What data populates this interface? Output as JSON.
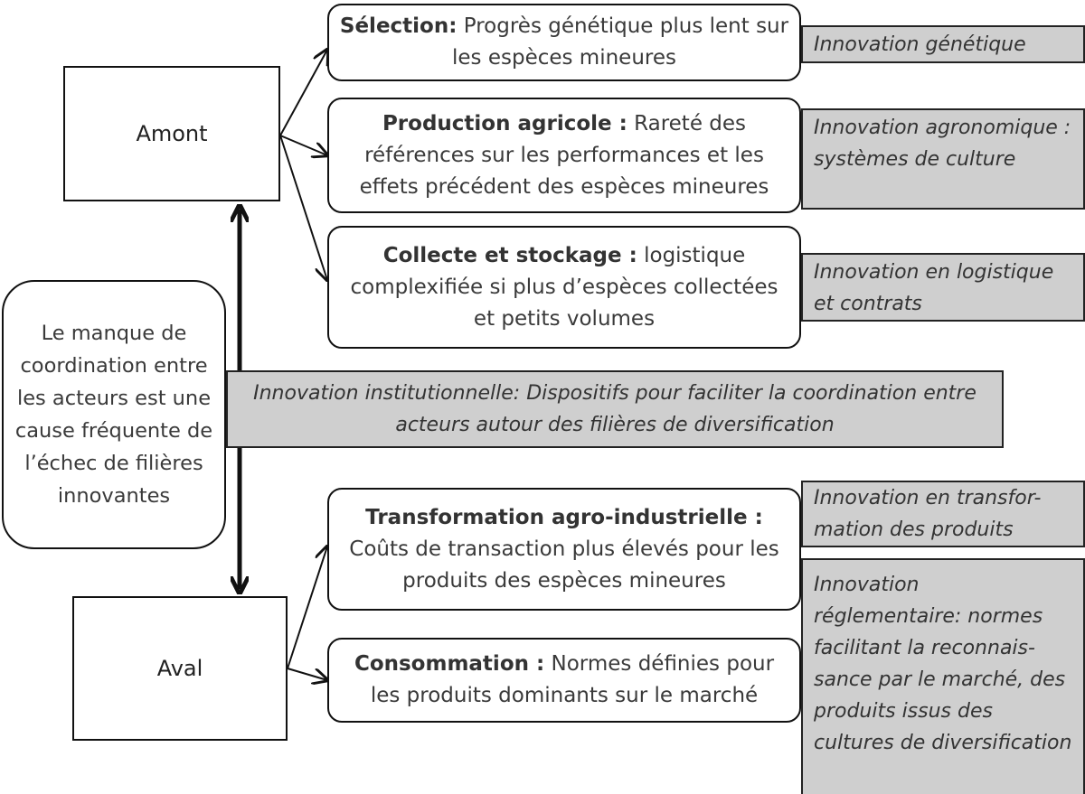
{
  "left": {
    "amont": "Amont",
    "aval": "Aval",
    "coordination": "Le manque de coordination entre les acteurs est une cause fréquente de l’échec de filières innovantes"
  },
  "steps": [
    {
      "title": "Sélection:",
      "text": "Progrès génétique plus lent sur les espèces mineures"
    },
    {
      "title": "Production agricole :",
      "text": "Rareté des références sur les performances et les effets précédent des espèces mineures"
    },
    {
      "title": "Collecte et stockage :",
      "text": "logistique complexifiée si plus d’espèces collectées et petits volumes"
    },
    {
      "title": "Transformation agro-industrielle :",
      "text": "Coûts de transaction plus élevés pour les produits des espèces mineures"
    },
    {
      "title": "Consommation :",
      "text": "Normes définies pour les produits dominants sur le marché"
    }
  ],
  "innovations": [
    "Innovation génétique",
    "Innovation agronomique : systèmes de culture",
    "Innovation en logistique et contrats",
    "Innovation en transfor-mation des produits",
    "Innovation réglementaire: normes facilitant la reconnais-sance par le marché, des produits issus des cultures de diversification"
  ],
  "institutional": "Innovation institutionnelle: Dispositifs pour faciliter la coordination entre acteurs autour des filières de diversification"
}
